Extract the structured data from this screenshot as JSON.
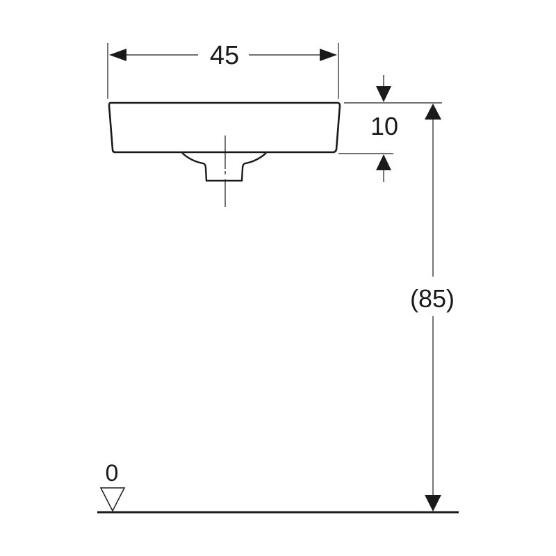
{
  "diagram": {
    "type": "technical-dimension-drawing",
    "subject": "washbasin side elevation",
    "dimensions": {
      "width": {
        "label": "45",
        "value": 45
      },
      "depth": {
        "label": "10",
        "value": 10
      },
      "height": {
        "label": "(85)",
        "value": 85,
        "note": "reference dimension"
      }
    },
    "floor_level": {
      "label": "0"
    },
    "colors": {
      "line": "#1a1a1a",
      "background": "#ffffff"
    }
  }
}
